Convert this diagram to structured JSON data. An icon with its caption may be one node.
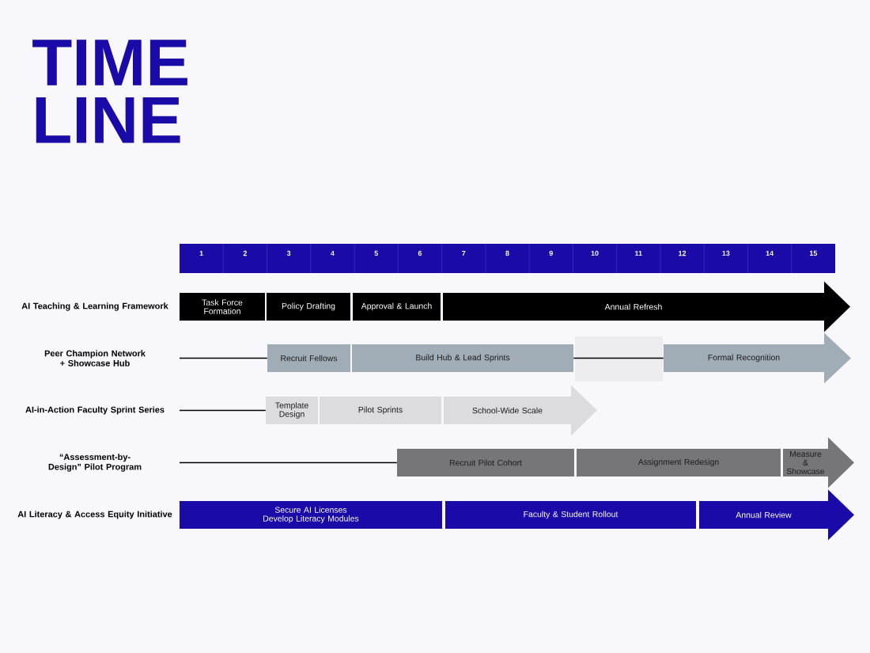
{
  "diagram": {
    "title": "TIME LINE",
    "nodes": [
      {
        "text": [
          "Task Force Formation"
        ]
      },
      {
        "text": [
          "Policy Drafting"
        ]
      },
      {
        "text": [
          "Approval & Launch"
        ]
      },
      {
        "text": [
          "Annual Refresh"
        ]
      },
      {
        "text": [
          "Recruit Fellows"
        ]
      },
      {
        "text": [
          "Build Hub & Lead Sprints"
        ]
      },
      {
        "text": [
          "Formal Recognition"
        ]
      },
      {
        "text": [
          "Template Design"
        ]
      },
      {
        "text": [
          "Pilot Sprints"
        ]
      },
      {
        "text": [
          "School-Wide Scale"
        ]
      },
      {
        "text": [
          "Recruit Pilot Cohort"
        ]
      },
      {
        "text": [
          "Assignment Redesign"
        ]
      },
      {
        "text": [
          "Measure & Showcase"
        ]
      },
      {
        "text": [
          "Secure AI Licenses",
          "Develop Literacy Modules"
        ]
      },
      {
        "text": [
          "Faculty & Student Rollout"
        ]
      },
      {
        "text": [
          "Annual Review"
        ]
      }
    ],
    "edges": [
      {
        "from": null,
        "to": 4,
        "arrow": "none"
      },
      {
        "from": 5,
        "to": 6,
        "arrow": "none"
      },
      {
        "from": null,
        "to": 7,
        "arrow": "none"
      },
      {
        "from": null,
        "to": 10,
        "arrow": "none"
      }
    ],
    "labels": [
      "1",
      "2",
      "3",
      "4",
      "5",
      "6",
      "7",
      "8",
      "9",
      "10",
      "11",
      "12",
      "13",
      "14",
      "15",
      "AI Teaching & Learning Framework",
      "Peer Champion Network + Showcase Hub",
      "AI-in-Action Faculty Sprint Series",
      "“Assessment-by-Design” Pilot Program",
      "AI Literacy & Access Equity Initiative"
    ]
  }
}
